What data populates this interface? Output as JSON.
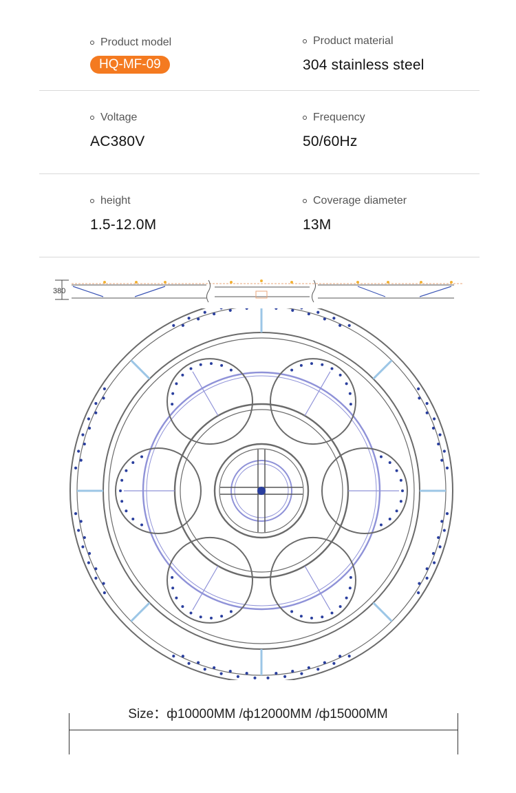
{
  "specs": [
    {
      "label": "Product model",
      "value": "HQ-MF-09",
      "badge": true
    },
    {
      "label": "Product material",
      "value": "304 stainless steel"
    },
    {
      "label": "Voltage",
      "value": "AC380V"
    },
    {
      "label": "Frequency",
      "value": "50/60Hz"
    },
    {
      "label": "height",
      "value": "1.5-12.0M"
    },
    {
      "label": "Coverage diameter",
      "value": "13M"
    }
  ],
  "drawing": {
    "dimension_label": "380",
    "size_caption": "Size：ф10000MM /ф12000MM /ф15000MM"
  },
  "colors": {
    "badge": "#f47a20",
    "nozzle_dots": "#2a3f9e",
    "inner_ring": "#8f92d8",
    "struts": "#9cc6e6"
  }
}
